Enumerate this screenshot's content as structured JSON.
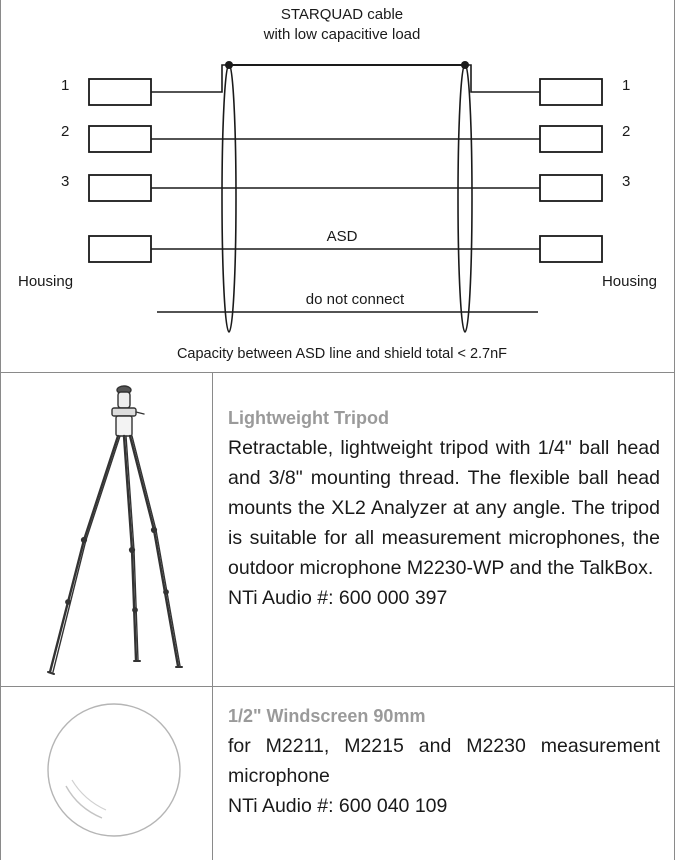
{
  "diagram": {
    "cable_title_line1": "STARQUAD cable",
    "cable_title_line2": "with low capacitive load",
    "left_pins": [
      "1",
      "2",
      "3"
    ],
    "right_pins": [
      "1",
      "2",
      "3"
    ],
    "asd_label": "ASD",
    "left_housing": "Housing",
    "right_housing": "Housing",
    "do_not_connect": "do not connect",
    "capacity_note": "Capacity between ASD line and shield total < 2.7nF"
  },
  "products": [
    {
      "title": "Lightweight Tripod",
      "description": "Retractable, lightweight tripod with 1/4\" ball head and 3/8\" mounting thread. The flexible ball head mounts the XL2 Analyzer at any angle. The tripod is suitable for all measurement microphones, the outdoor microphone M2230-WP and the TalkBox.",
      "part_number": "NTi Audio #: 600 000 397",
      "image_icon": "tripod-icon"
    },
    {
      "title": "1/2\" Windscreen 90mm",
      "description": "for M2211, M2215 and M2230 measurement microphone",
      "part_number": "NTi Audio #: 600 040 109",
      "image_icon": "windscreen-icon"
    }
  ]
}
